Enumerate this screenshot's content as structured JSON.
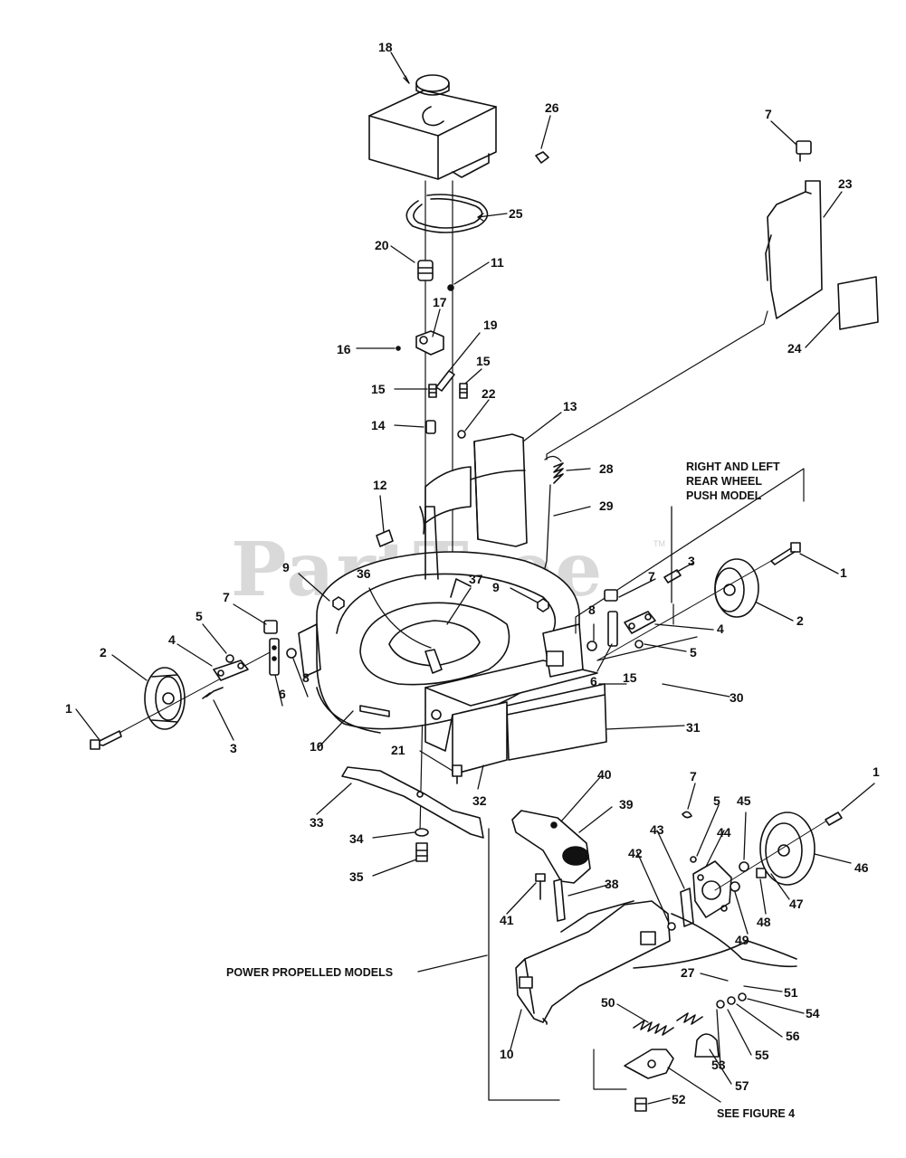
{
  "watermark": {
    "text": "PartTree",
    "tm": "TM"
  },
  "captions": {
    "right_left_rear_wheel": [
      "RIGHT AND LEFT",
      "REAR WHEEL",
      "PUSH MODEL"
    ],
    "power_propelled": "POWER PROPELLED MODELS",
    "see_figure": "SEE FIGURE 4"
  },
  "callouts": [
    "1",
    "2",
    "3",
    "4",
    "5",
    "6",
    "7",
    "8",
    "9",
    "10",
    "11",
    "12",
    "13",
    "14",
    "15",
    "16",
    "17",
    "18",
    "19",
    "20",
    "21",
    "22",
    "23",
    "24",
    "25",
    "26",
    "27",
    "28",
    "29",
    "30",
    "31",
    "32",
    "33",
    "34",
    "35",
    "36",
    "37",
    "38",
    "39",
    "40",
    "41",
    "42",
    "43",
    "44",
    "45",
    "46",
    "47",
    "48",
    "49",
    "50",
    "51",
    "52",
    "53",
    "54",
    "55",
    "56",
    "57"
  ]
}
